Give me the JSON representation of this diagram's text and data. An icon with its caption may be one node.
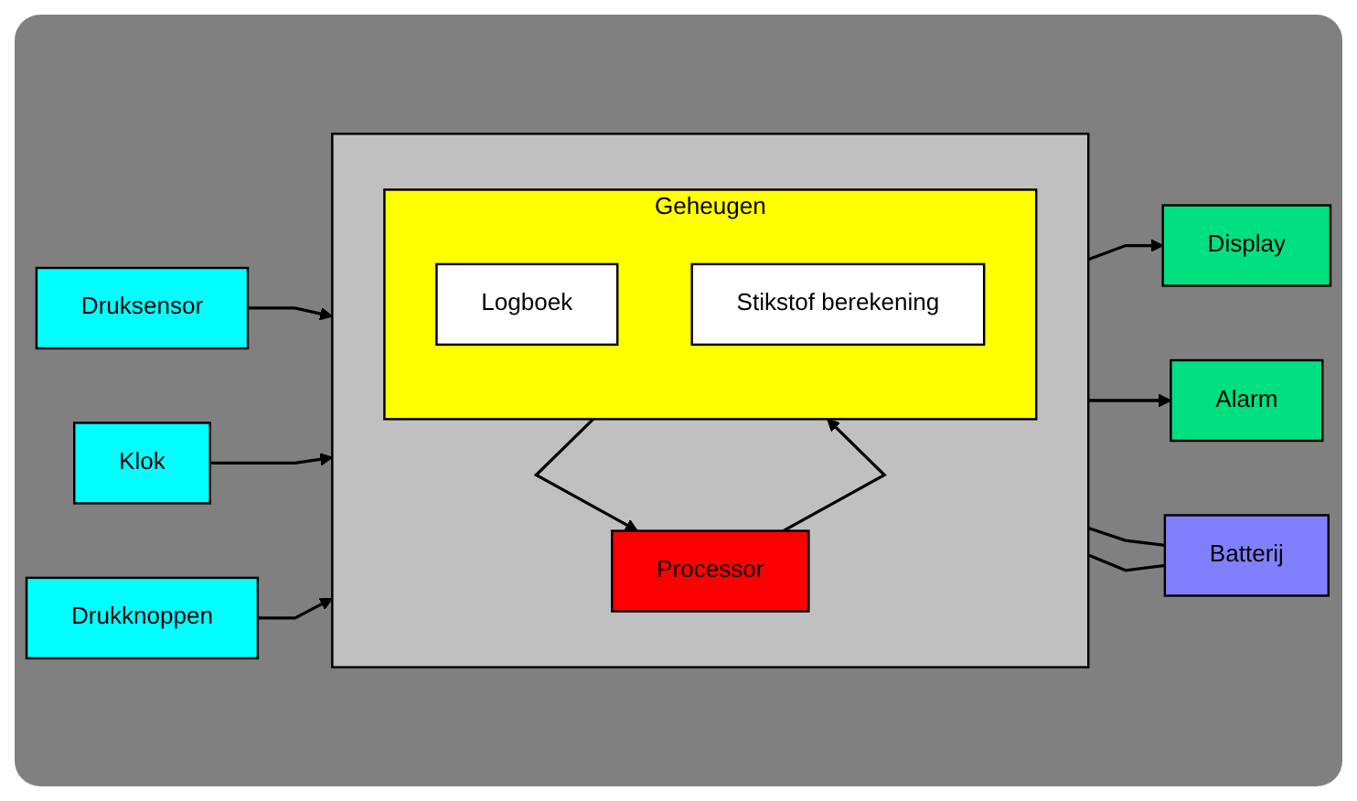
{
  "diagram": {
    "nodes": [
      {
        "text": [
          "Druksensor"
        ]
      },
      {
        "text": [],
        "shape": "box"
      },
      {
        "text": [
          "Processor"
        ],
        "in": 1
      },
      {
        "text": [
          "Display"
        ]
      },
      {
        "text": [
          "Klok"
        ]
      },
      {
        "text": [
          "Geheugen"
        ],
        "in": 1
      },
      {
        "text": [
          "Logboek"
        ],
        "in": 5
      },
      {
        "text": [
          "Stikstof berekening"
        ],
        "in": 5
      },
      {
        "text": [
          "Alarm"
        ]
      },
      {
        "text": [
          "Drukknoppen"
        ]
      },
      {
        "text": [
          "Batterij"
        ]
      }
    ],
    "edges": [
      {
        "from": 0,
        "to": 1,
        "arrow": "to"
      },
      {
        "from": 4,
        "to": 1,
        "arrow": "to"
      },
      {
        "from": 9,
        "to": 1,
        "arrow": "to"
      },
      {
        "from": 1,
        "to": 3,
        "arrow": "to"
      },
      {
        "from": 1,
        "to": 8,
        "arrow": "to"
      },
      {
        "from": 2,
        "to": 5,
        "arrow": "to"
      },
      {
        "from": 5,
        "to": 2,
        "arrow": "to"
      },
      {
        "from": 1,
        "to": 10,
        "arrow": "none"
      },
      {
        "from": 1,
        "to": 10,
        "arrow": "none"
      }
    ]
  }
}
